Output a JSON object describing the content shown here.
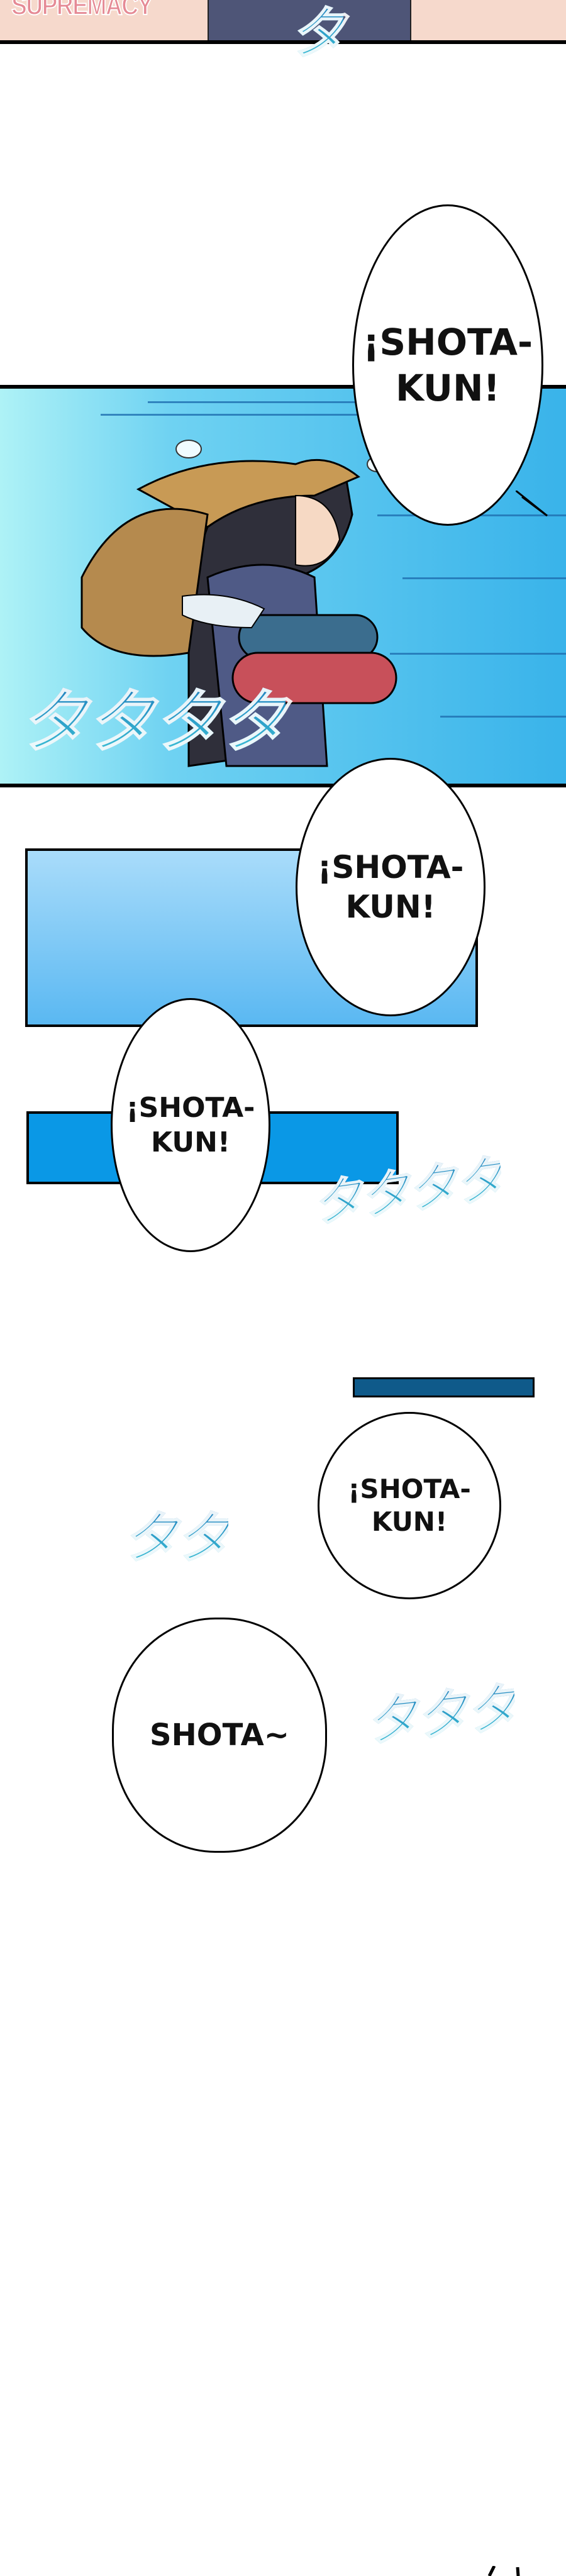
{
  "top_panel": {
    "watermark": "SUPREMACY",
    "sfx": "タ"
  },
  "panel_character": {
    "bubble": {
      "line1": "¡SHOTA-",
      "line2": "KUN!"
    },
    "sfx": "タタタタ"
  },
  "bubbles": [
    {
      "line1": "¡SHOTA-",
      "line2": "KUN!"
    },
    {
      "line1": "¡SHOTA-",
      "line2": "KUN!"
    },
    {
      "line1": "¡SHOTA-",
      "line2": "KUN!"
    },
    {
      "line1": "SHOTA~"
    }
  ],
  "sfx": [
    "タタタタ",
    "タタ",
    "タタタ"
  ],
  "colors": {
    "sky": "#39b3ea",
    "panel_light": "#a9dcfa",
    "panel_mid": "#0a98e6",
    "panel_dark": "#0f5a8a",
    "sfx": "#1f8fc4"
  }
}
